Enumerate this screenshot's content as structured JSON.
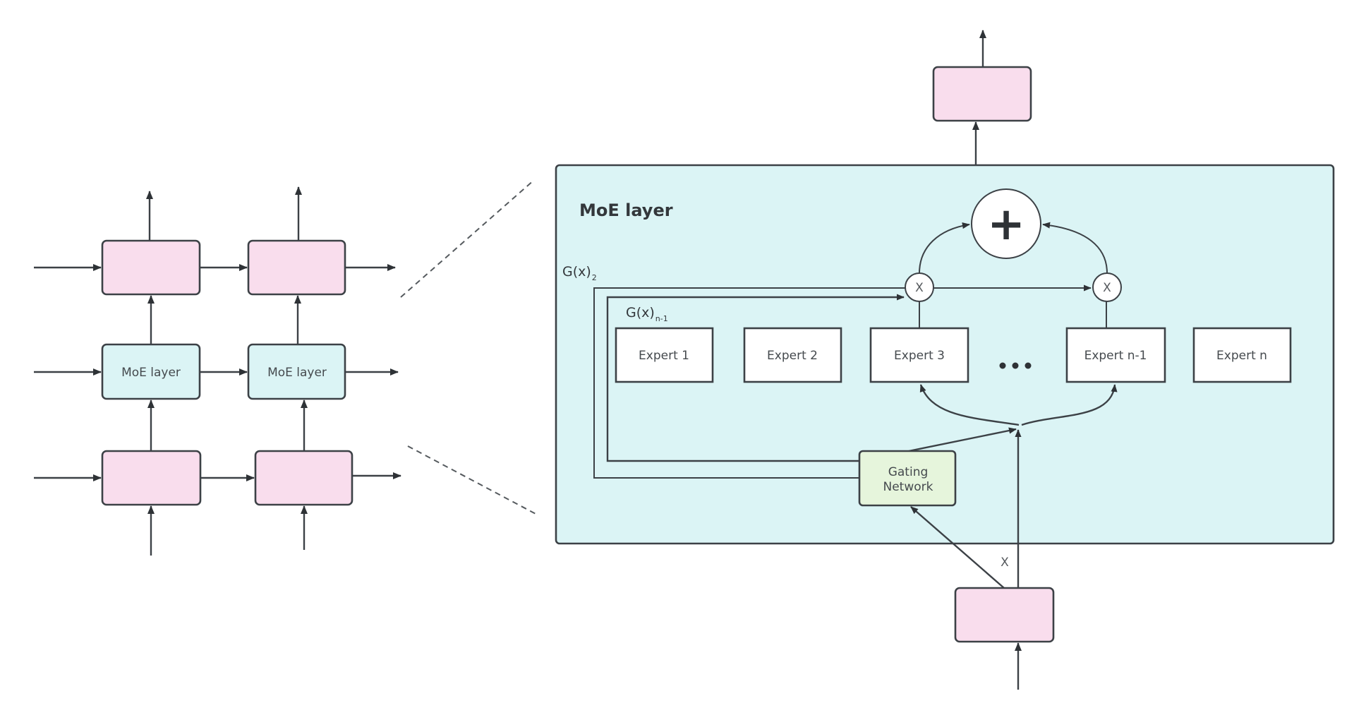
{
  "diagram": {
    "type": "Mixture-of-Experts architecture",
    "colors": {
      "token_block": "#f9dded",
      "moe_layer": "#dbf4f5",
      "gating_network": "#e6f5dc",
      "expert": "#ffffff",
      "stroke": "#3c4146"
    },
    "left_grid": {
      "rows": [
        {
          "role": "output",
          "cells": [
            "",
            ""
          ]
        },
        {
          "role": "moe",
          "cells": [
            "MoE layer",
            "MoE layer"
          ]
        },
        {
          "role": "input",
          "cells": [
            "",
            ""
          ]
        }
      ]
    },
    "moe_detail": {
      "title": "MoE layer",
      "experts": [
        "Expert 1",
        "Expert 2",
        "Expert 3",
        "Expert n-1",
        "Expert n"
      ],
      "ellipsis": "•••",
      "gating": {
        "line1": "Gating",
        "line2": "Network"
      },
      "gate_labels": [
        {
          "base": "G(x)",
          "sub": "2"
        },
        {
          "base": "G(x)",
          "sub": "n-1"
        }
      ],
      "multiply_symbol": "X",
      "sum_symbol": "+",
      "input_label": "X"
    }
  }
}
